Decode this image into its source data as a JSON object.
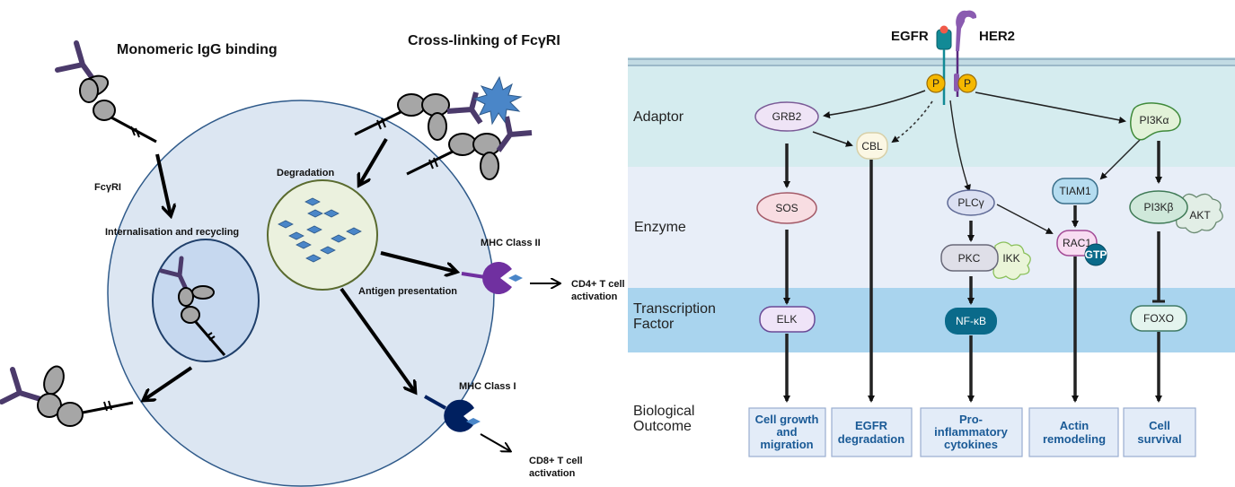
{
  "left_panel": {
    "title_monomeric": "Monomeric IgG binding",
    "title_crosslinking": "Cross-linking of FcγRI",
    "label_receptor": "FcγRI",
    "label_internalisation": "Internalisation and recycling",
    "label_degradation": "Degradation",
    "label_antigen_presentation": "Antigen presentation",
    "label_mhc2": "MHC Class II",
    "label_mhc1": "MHC Class I",
    "cd4_line1": "CD4+ T cell",
    "cd4_line2": "activation",
    "cd8_line1": "CD8+ T cell",
    "cd8_line2": "activation",
    "colors": {
      "cell": "#dce6f2",
      "endosome": "#c6d8ef",
      "lysosome": "#ebf1de",
      "antibody": "#4b3a6b",
      "antigen": "#4a86c8",
      "mhc2": "#7030a0",
      "mhc1": "#002060"
    }
  },
  "right_panel": {
    "receptor_egfr": "EGFR",
    "receptor_her2": "HER2",
    "phospho": "P",
    "lanes": [
      {
        "label_line1": "Adaptor",
        "label_line2": ""
      },
      {
        "label_line1": "Enzyme",
        "label_line2": ""
      },
      {
        "label_line1": "Transcription",
        "label_line2": "Factor"
      },
      {
        "label_line1": "Biological",
        "label_line2": "Outcome"
      }
    ],
    "nodes": {
      "grb2": "GRB2",
      "cbl": "CBL",
      "pi3ka": "PI3Kα",
      "sos": "SOS",
      "plcg": "PLCγ",
      "tiam1": "TIAM1",
      "pi3kb": "PI3Kβ",
      "akt": "AKT",
      "pkc": "PKC",
      "ikk": "IKK",
      "rac1": "RAC1",
      "gtp": "GTP",
      "elk": "ELK",
      "nfkb": "NF-κB",
      "foxo": "FOXO"
    },
    "outcomes": [
      {
        "lines": [
          "Cell growth",
          "and",
          "migration"
        ]
      },
      {
        "lines": [
          "EGFR",
          "degradation"
        ]
      },
      {
        "lines": [
          "Pro-",
          "inflammatory",
          "cytokines"
        ]
      },
      {
        "lines": [
          "Actin",
          "remodeling"
        ]
      },
      {
        "lines": [
          "Cell",
          "survival"
        ]
      }
    ],
    "colors": {
      "adaptor_lane": "#d5ecef",
      "enzyme_lane": "#e8eef8",
      "tf_lane": "#a9d4ee",
      "outcome_box": "#e3ecf8",
      "outcome_text": "#1a5a96",
      "phospho": "#f5b800",
      "egfr": "#128a96",
      "her2": "#8a5bb0"
    }
  }
}
